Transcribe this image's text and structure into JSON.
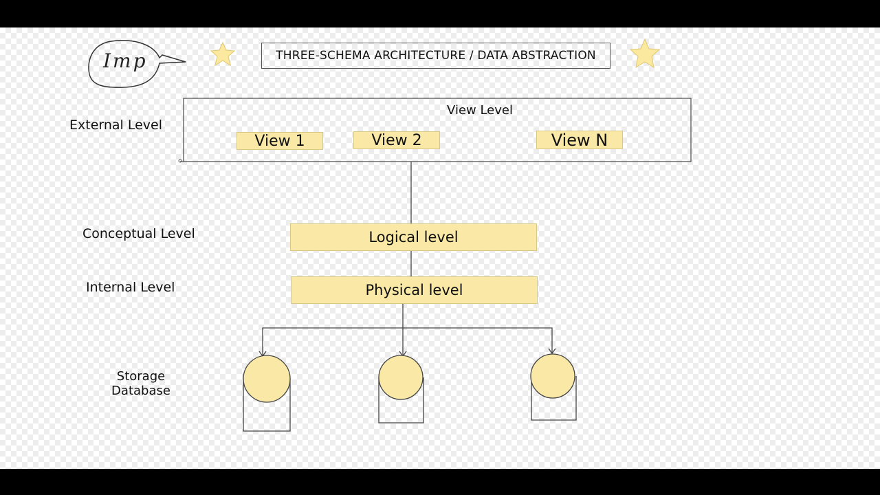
{
  "title": "THREE-SCHEMA ARCHITECTURE  /  DATA ABSTRACTION",
  "imp_note": "Imp",
  "levels": {
    "external": "External Level",
    "conceptual": "Conceptual Level",
    "internal": "Internal Level",
    "storage_line1": "Storage",
    "storage_line2": "Database"
  },
  "view_level": "View Level",
  "views": [
    "View 1",
    "View 2",
    "View N"
  ],
  "logical_level": "Logical level",
  "physical_level": "Physical level",
  "colors": {
    "box_fill": "#fae9a6",
    "star_fill": "#fbe9a0",
    "line": "#444444"
  },
  "icons": [
    "star-icon",
    "speech-bubble-icon",
    "database-icon",
    "pen-cursor-icon"
  ]
}
